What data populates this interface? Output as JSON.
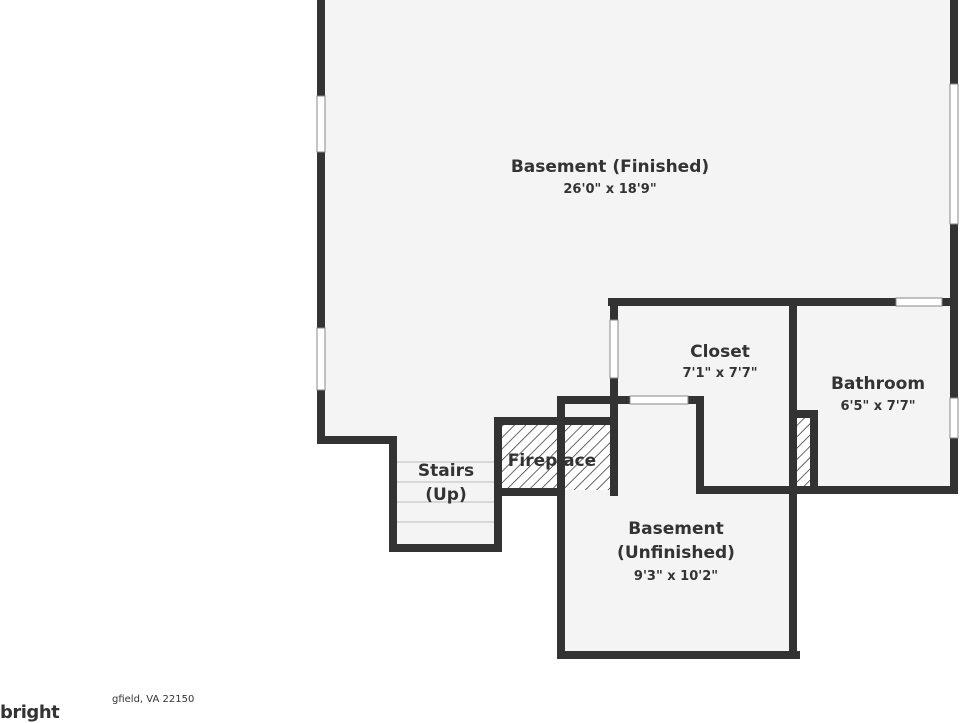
{
  "rooms": {
    "basement_finished": {
      "name": "Basement (Finished)",
      "dims": "26'0\" x 18'9\""
    },
    "closet": {
      "name": "Closet",
      "dims": "7'1\" x 7'7\""
    },
    "bathroom": {
      "name": "Bathroom",
      "dims": "6'5\" x 7'7\""
    },
    "stairs": {
      "name_line1": "Stairs",
      "name_line2": "(Up)"
    },
    "fireplace": {
      "name": "Fireplace"
    },
    "basement_unfinished": {
      "name_line1": "Basement",
      "name_line2": "(Unfinished)",
      "dims": "9'3\" x 10'2\""
    }
  },
  "footer": {
    "address": "gfield, VA 22150",
    "logo": "bright"
  },
  "colors": {
    "wall": "#333333",
    "floor": "#f4f4f4",
    "background": "#ffffff"
  }
}
